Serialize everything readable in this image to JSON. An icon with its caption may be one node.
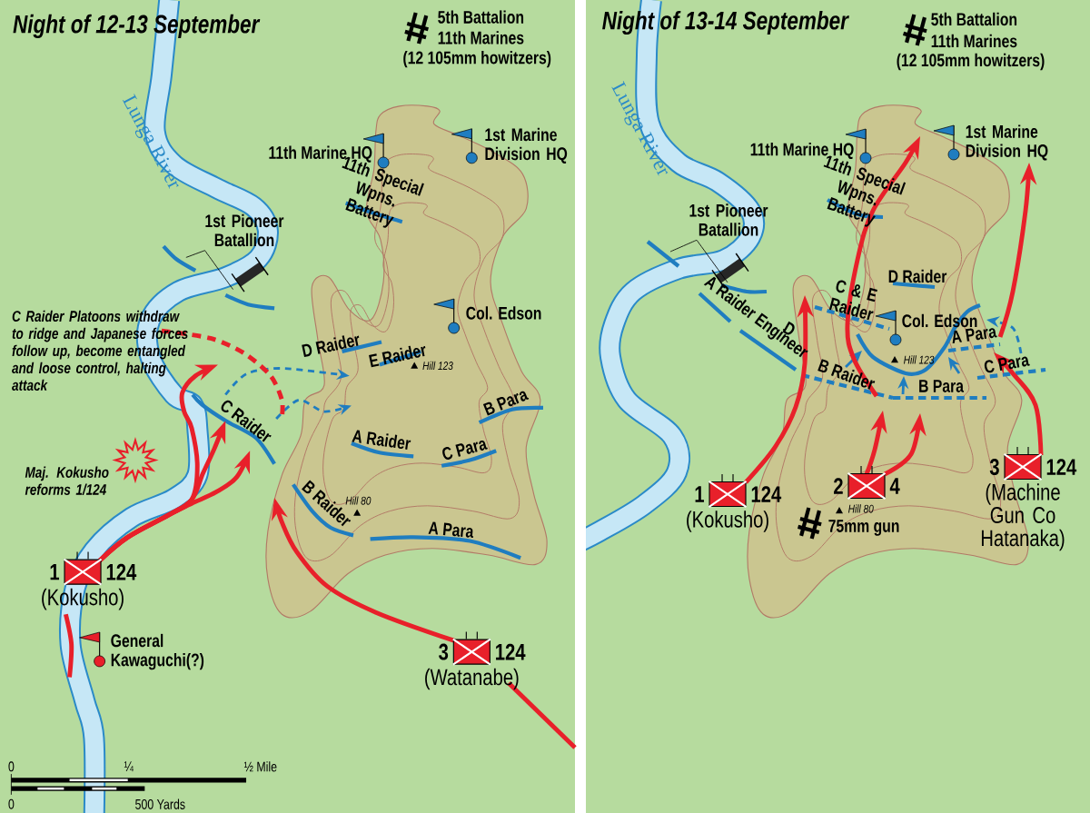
{
  "diagram": {
    "nodes": [
      {
        "text": [
          "1st Pioneer Batallion"
        ]
      },
      {
        "text": [],
        "shape": "box",
        "beside": [
          "1",
          "124",
          "(Kokusho)"
        ]
      },
      {
        "text": [],
        "shape": "box",
        "beside": [
          "3",
          "124",
          "(Watanabe)"
        ]
      },
      {
        "text": [
          "1st Pioneer Batallion"
        ]
      },
      {
        "text": [],
        "shape": "box",
        "beside": [
          "1",
          "124",
          "(Kokusho)"
        ]
      },
      {
        "text": [],
        "shape": "box",
        "beside": [
          "2",
          "4"
        ]
      },
      {
        "text": [],
        "shape": "box",
        "beside": [
          "3",
          "124",
          "(Machine Gun Co Hatanaka)"
        ]
      }
    ],
    "edges": [
      {
        "from": 0,
        "to": null,
        "arrow": "none",
        "color": "#000000"
      },
      {
        "from": 0,
        "to": null,
        "arrow": "none",
        "color": "#000000"
      },
      {
        "from": 3,
        "to": null,
        "arrow": "none",
        "color": "#000000"
      },
      {
        "from": 3,
        "to": null,
        "arrow": "none",
        "color": "#000000"
      }
    ],
    "labels": [
      "Night of 12-13 September",
      "5th Battalion",
      "11th Marines",
      "(12 105mm howitzers)",
      "Lunga River",
      "11th Marine HQ",
      "1st Marine Division HQ",
      "11th Special Wpns. Battery",
      "Col. Edson",
      "C Raider Platoons withdraw to ridge and Japanese forces follow up, become entangled and loose control, halting attack",
      "D Raider",
      "E Raider",
      "Hill 123",
      "B Para",
      "C Raider",
      "A Raider",
      "C Para",
      "Maj. Kokusho reforms 1/124",
      "Hill 80",
      "B Raider",
      "A Para",
      "General Kawaguchi(?)",
      "0",
      "¼",
      "½ Mile",
      "0",
      "500 Yards",
      "Night of 13-14 September",
      "5th Battalion",
      "11th Marines",
      "(12 105mm howitzers)",
      "Lunga River",
      "11th Marine HQ",
      "1st Marine Division HQ",
      "11th Special Wpns. Battery",
      "D Raider",
      "C & E Raider",
      "Col. Edson",
      "A Raider Engineer",
      "D",
      "B Raider",
      "A Para",
      "Hill 123",
      "C Para",
      "B Para",
      "Hill 80",
      "75mm gun"
    ]
  }
}
